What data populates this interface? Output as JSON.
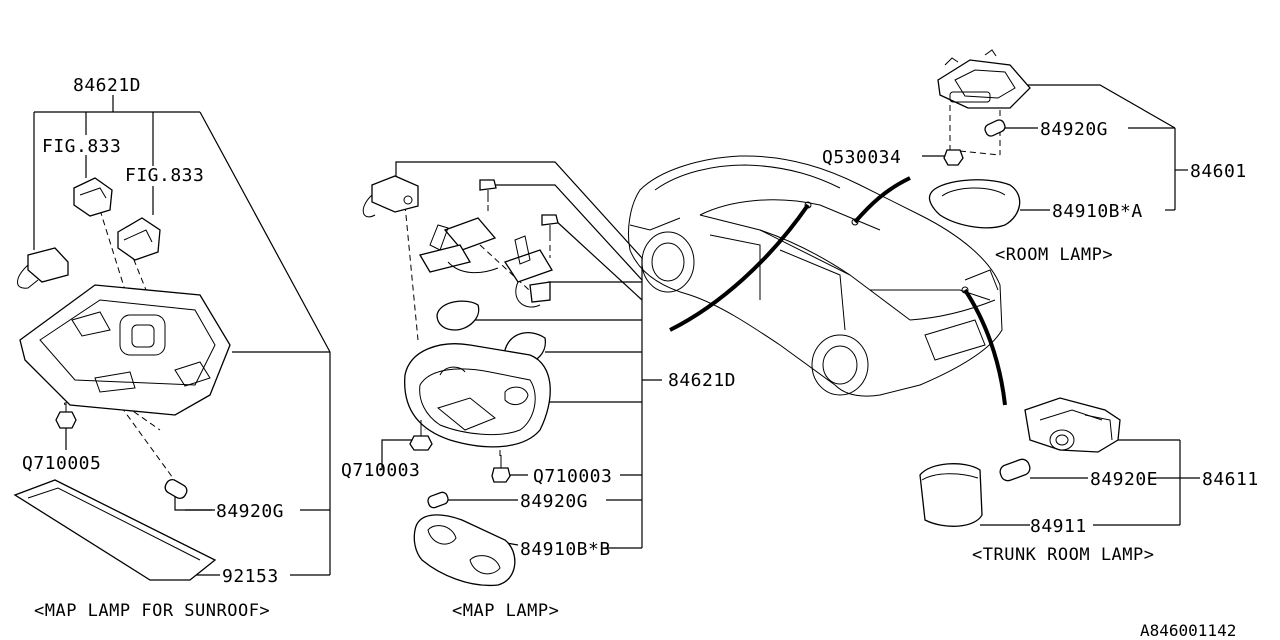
{
  "diagram": {
    "labels": {
      "p84621D_top": "84621D",
      "fig833_a": "FIG.833",
      "fig833_b": "FIG.833",
      "q710005": "Q710005",
      "p84920G_left": "84920G",
      "p92153": "92153",
      "caption_sunroof": "<MAP LAMP FOR SUNROOF>",
      "q710003_a": "Q710003",
      "q710003_b": "Q710003",
      "p84621D_mid": "84621D",
      "p84920G_mid": "84920G",
      "p84910BB": "84910B*B",
      "caption_map": "<MAP LAMP>",
      "q530034": "Q530034",
      "p84920G_right": "84920G",
      "p84601": "84601",
      "p84910BA": "84910B*A",
      "caption_room": "<ROOM LAMP>",
      "p84920E": "84920E",
      "p84611": "84611",
      "p84911": "84911",
      "caption_trunk": "<TRUNK ROOM LAMP>",
      "figure_id": "A846001142"
    }
  }
}
